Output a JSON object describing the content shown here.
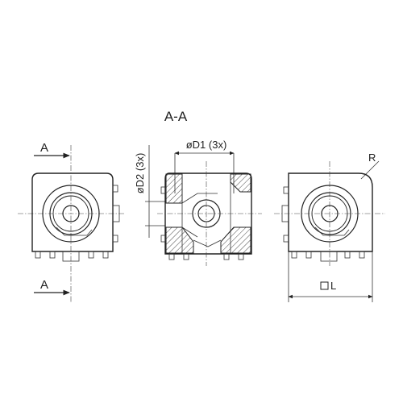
{
  "section_title": "A-A",
  "section_marker_top": "A",
  "section_marker_bottom": "A",
  "dim_d1": "øD1 (3x)",
  "dim_d2": "øD2 (3x)",
  "dim_r": "R",
  "dim_l": "L",
  "colors": {
    "line": "#222222",
    "hatch": "#333333",
    "background": "#ffffff"
  }
}
